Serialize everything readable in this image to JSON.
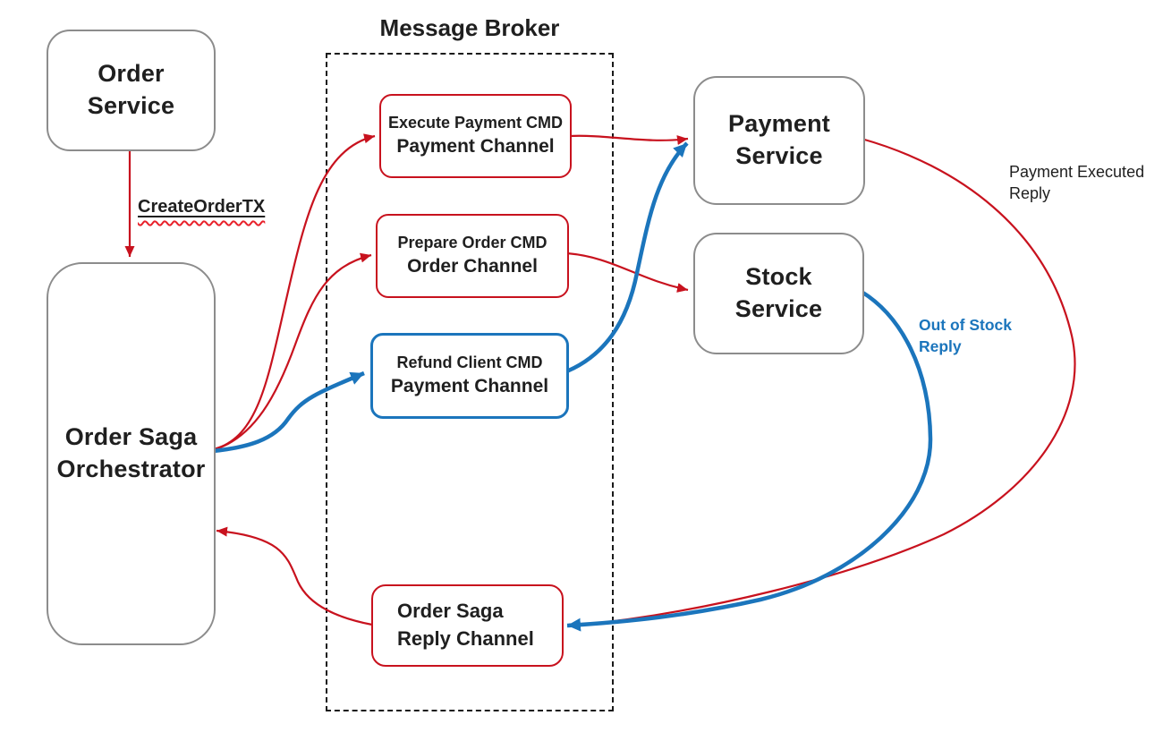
{
  "diagram": {
    "broker_title": "Message Broker",
    "nodes": {
      "order_service": {
        "lines": [
          "Order",
          "Service"
        ]
      },
      "order_saga_orchestrator": {
        "lines": [
          "Order Saga",
          "Orchestrator"
        ]
      },
      "payment_service": {
        "lines": [
          "Payment",
          "Service"
        ]
      },
      "stock_service": {
        "lines": [
          "Stock",
          "Service"
        ]
      },
      "execute_payment_cmd": {
        "lines": [
          "Execute Payment CMD",
          "Payment Channel"
        ]
      },
      "prepare_order_cmd": {
        "lines": [
          "Prepare Order CMD",
          "Order Channel"
        ]
      },
      "refund_client_cmd": {
        "lines": [
          "Refund Client CMD",
          "Payment Channel"
        ]
      },
      "order_saga_reply_channel": {
        "lines": [
          "Order Saga",
          "Reply Channel"
        ]
      }
    },
    "edge_labels": {
      "create_order_tx": "CreateOrderTX",
      "payment_executed_reply": {
        "lines": [
          "Payment Executed",
          "Reply"
        ]
      },
      "out_of_stock_reply": {
        "lines": [
          "Out of Stock",
          "Reply"
        ]
      }
    },
    "colors": {
      "command_red": "#c8121e",
      "compensation_blue": "#1b75bc",
      "node_border_gray": "#8c8c8c",
      "broker_border": "#1a1a1a",
      "text": "#1f1f1f"
    }
  }
}
